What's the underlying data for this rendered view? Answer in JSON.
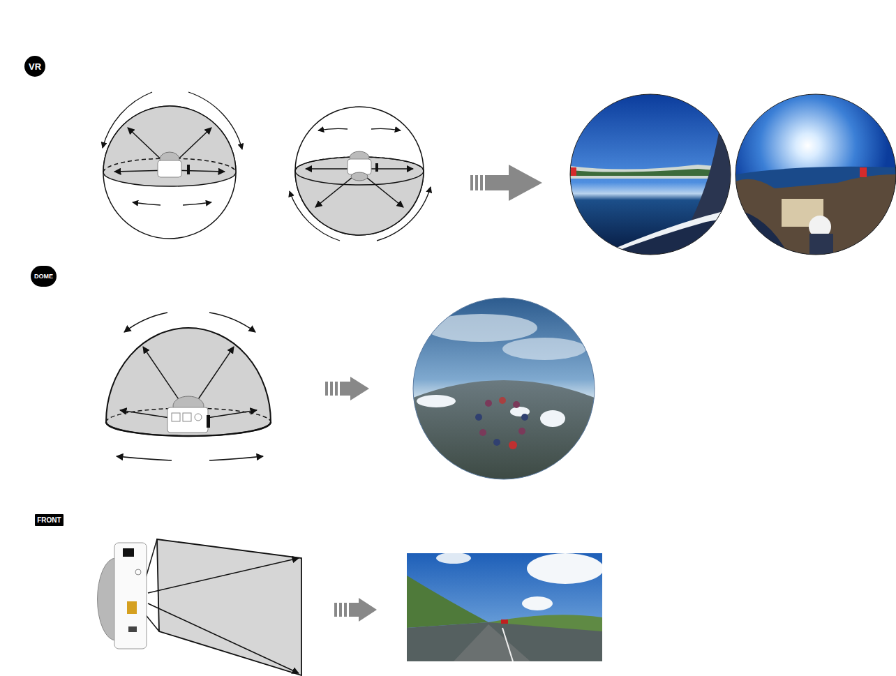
{
  "diagram": {
    "nodes": [
      {
        "text": [
          "VR"
        ]
      },
      {
        "text": [
          "DOME"
        ]
      },
      {
        "text": [
          "FRONT"
        ]
      }
    ]
  }
}
